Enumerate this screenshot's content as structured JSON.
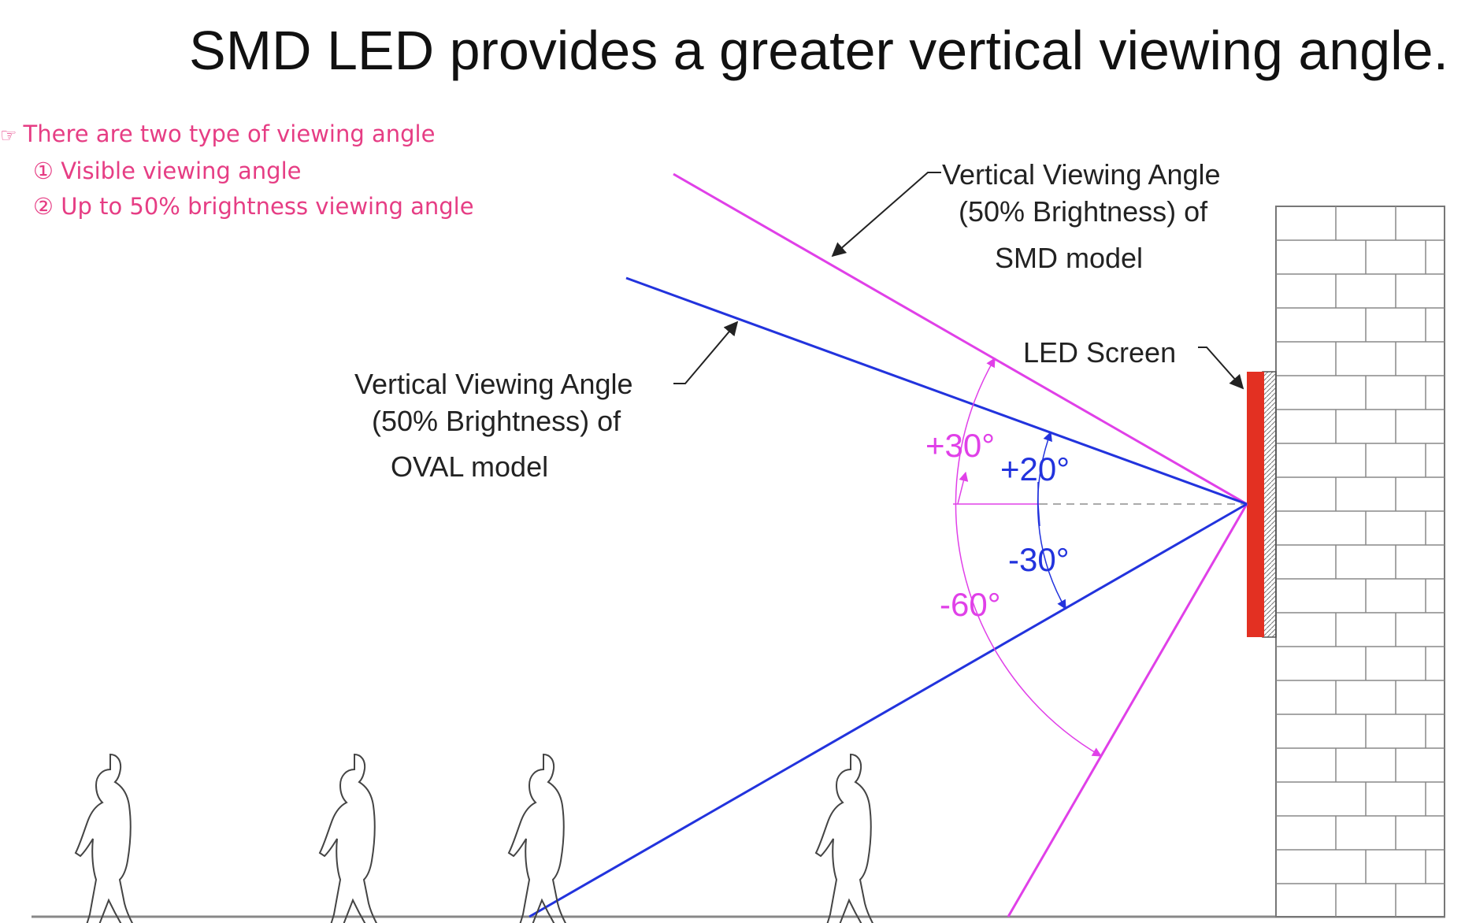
{
  "title": "SMD LED provides a greater vertical viewing angle.",
  "notes": {
    "hand_icon": "pointing-hand-icon",
    "heading": "There are two type of viewing angle",
    "items": [
      "① Visible viewing angle",
      "② Up to 50% brightness viewing angle"
    ]
  },
  "labels": {
    "smd_line1": "Vertical Viewing Angle",
    "smd_line2": "(50% Brightness) of",
    "smd_line3": "SMD model",
    "oval_line1": "Vertical Viewing Angle",
    "oval_line2": "(50% Brightness) of",
    "oval_line3": "OVAL model",
    "led_screen": "LED Screen"
  },
  "angles": {
    "smd_up": "+30°",
    "smd_down": "-60°",
    "oval_up": "+20°",
    "oval_down": "-30°"
  },
  "colors": {
    "smd": "#e040e8",
    "oval": "#2233dd",
    "note_text": "#e63d84",
    "led_screen": "#e33022"
  }
}
